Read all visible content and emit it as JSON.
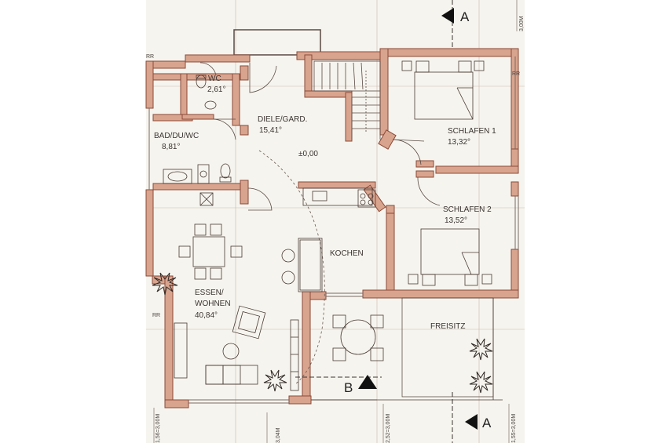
{
  "rooms": {
    "wc": {
      "name": "WC",
      "area": "2,61°"
    },
    "bad": {
      "name": "BAD/DU/WC",
      "area": "8,81°"
    },
    "diele": {
      "name": "DIELE/GARD.",
      "area": "15,41°"
    },
    "level": "±0,00",
    "schlafen1": {
      "name": "SCHLAFEN 1",
      "area": "13,32°"
    },
    "schlafen2": {
      "name": "SCHLAFEN 2",
      "area": "13,52°"
    },
    "kochen": {
      "name": "KOCHEN"
    },
    "essen": {
      "name_line1": "ESSEN/",
      "name_line2": "WOHNEN",
      "area": "40,84°"
    },
    "freisitz": {
      "name": "FREISITZ"
    }
  },
  "markers": {
    "section_a": "A",
    "section_b": "B",
    "rr": "RR"
  },
  "dimensions": {
    "d1": "1,56=3,00M",
    "d2": "3,04M",
    "d3": "2,52=3,00M",
    "d4": "1,55=3,00M",
    "d5": "3,00M"
  },
  "colors": {
    "wall_fill": "#d9a48e",
    "wall_stroke": "#8a4a38",
    "paper": "#f6f4ee",
    "ink": "#3a3432"
  }
}
